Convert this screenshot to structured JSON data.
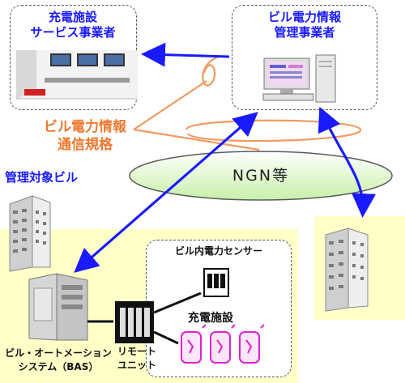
{
  "charging_service_provider": {
    "line1": "充電施設",
    "line2": "サービス事業者"
  },
  "building_power_manager": {
    "line1": "ビル電力情報",
    "line2": "管理事業者"
  },
  "communication_standard": {
    "line1": "ビル電力情報",
    "line2": "通信規格"
  },
  "network": {
    "label": "NGN等"
  },
  "managed_building": {
    "label": "管理対象ビル"
  },
  "in_building_sensor": {
    "label": "ビル内電力センサー"
  },
  "charging_facility": {
    "label": "充電施設"
  },
  "bas": {
    "line1": "ビル・オートメーション",
    "line2": "システム（BAS）"
  },
  "remote_unit": {
    "line1": "リモート",
    "line2": "ユニット"
  },
  "colors": {
    "blue_label": "#1a1aff",
    "orange_label": "#f07830",
    "zone_yellow": "#ffffc8",
    "charger_magenta": "#e020d0"
  }
}
